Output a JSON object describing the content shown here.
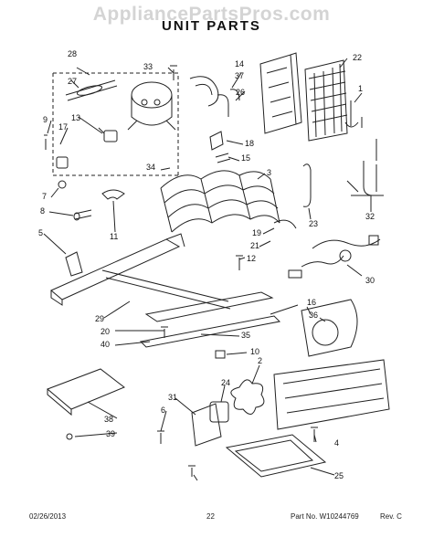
{
  "watermark": "AppliancePartsPros.com",
  "title": "UNIT PARTS",
  "footer": {
    "date": "02/26/2013",
    "page": "22",
    "part_no": "Part No. W10244769",
    "rev": "Rev. C"
  },
  "callouts": [
    "28",
    "27",
    "33",
    "14",
    "37",
    "26",
    "22",
    "1",
    "9",
    "17",
    "13",
    "18",
    "15",
    "34",
    "3",
    "7",
    "8",
    "11",
    "23",
    "32",
    "5",
    "19",
    "21",
    "12",
    "30",
    "29",
    "16",
    "36",
    "20",
    "35",
    "40",
    "10",
    "2",
    "24",
    "31",
    "38",
    "6",
    "39",
    "4",
    "25"
  ]
}
